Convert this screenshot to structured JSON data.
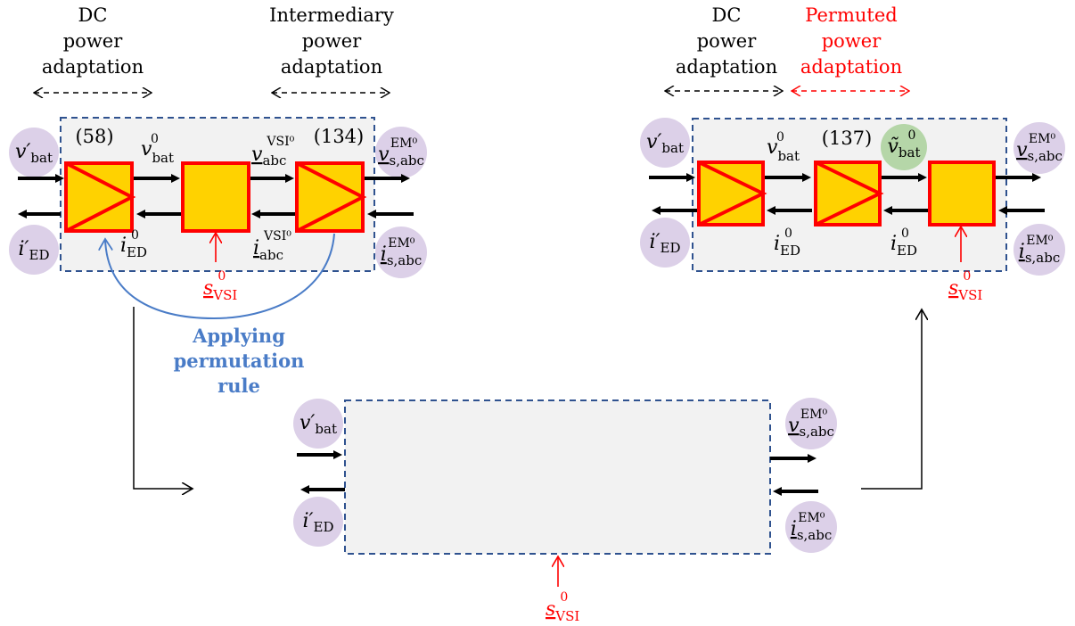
{
  "left_panel": {
    "dc_label": [
      "DC",
      "power",
      "adaptation"
    ],
    "intermediary_label": [
      "Intermediary",
      "power",
      "adaptation"
    ],
    "block_numbers": [
      "(58)",
      "(134)"
    ]
  },
  "right_panel": {
    "dc_label": [
      "DC",
      "power",
      "adaptation"
    ],
    "permuted_label": [
      "Permuted",
      "power",
      "adaptation"
    ],
    "block_numbers": [
      "(137)"
    ]
  },
  "annotation": [
    "Applying",
    "permutation",
    "rule"
  ],
  "colors": {
    "block_fill": "#ffd200",
    "block_border": "#ff0000",
    "frame_fill": "#f2f2f2",
    "frame_border": "#2f528f",
    "node_circle": "#dcd0e8",
    "node_circle_green": "#b5d6a8",
    "annotation_arrow": "#4a7cc7",
    "permuted_red": "#ff0000"
  }
}
